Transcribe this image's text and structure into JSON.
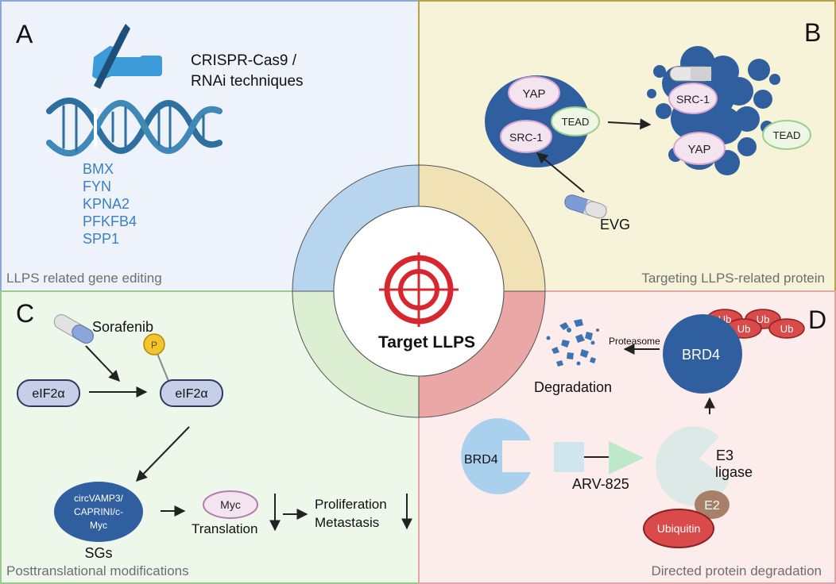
{
  "center": {
    "label": "Target LLPS"
  },
  "panelA": {
    "letter": "A",
    "technique_line1": "CRISPR-Cas9 /",
    "technique_line2": "RNAi techniques",
    "genes": [
      "BMX",
      "FYN",
      "KPNA2",
      "PFKFB4",
      "SPP1"
    ],
    "caption": "LLPS related gene editing"
  },
  "panelB": {
    "letter": "B",
    "yap": "YAP",
    "tead": "TEAD",
    "src1": "SRC-1",
    "drug": "EVG",
    "caption": "Targeting LLPS-related protein"
  },
  "panelC": {
    "letter": "C",
    "drug": "Sorafenib",
    "phospho": "P",
    "eif_left": "eIF2α",
    "eif_right": "eIF2α",
    "sg_text_1": "circVAMP3/",
    "sg_text_2": "CAPRINI/c-",
    "sg_text_3": "Myc",
    "sgs": "SGs",
    "myc": "Myc",
    "translation": "Translation",
    "proliferation": "Proliferation",
    "metastasis": "Metastasis",
    "caption": "Posttranslational modifications"
  },
  "panelD": {
    "letter": "D",
    "ub": "Ub",
    "brd4_top": "BRD4",
    "proteasome": "Proteasome",
    "degradation": "Degradation",
    "brd4_bottom": "BRD4",
    "arv": "ARV-825",
    "e3_line1": "E3",
    "e3_line2": "ligase",
    "e2": "E2",
    "ubiquitin": "Ubiquitin",
    "caption": "Directed protein degradation"
  },
  "colors": {
    "panelA_bg": "#eef2fb",
    "panelB_bg": "#f6f3d8",
    "panelC_bg": "#eef8ea",
    "panelD_bg": "#fcecec",
    "gene_text": "#3b7fc0",
    "target_red": "#d7262e",
    "protein_blue": "#2f5f9f"
  }
}
